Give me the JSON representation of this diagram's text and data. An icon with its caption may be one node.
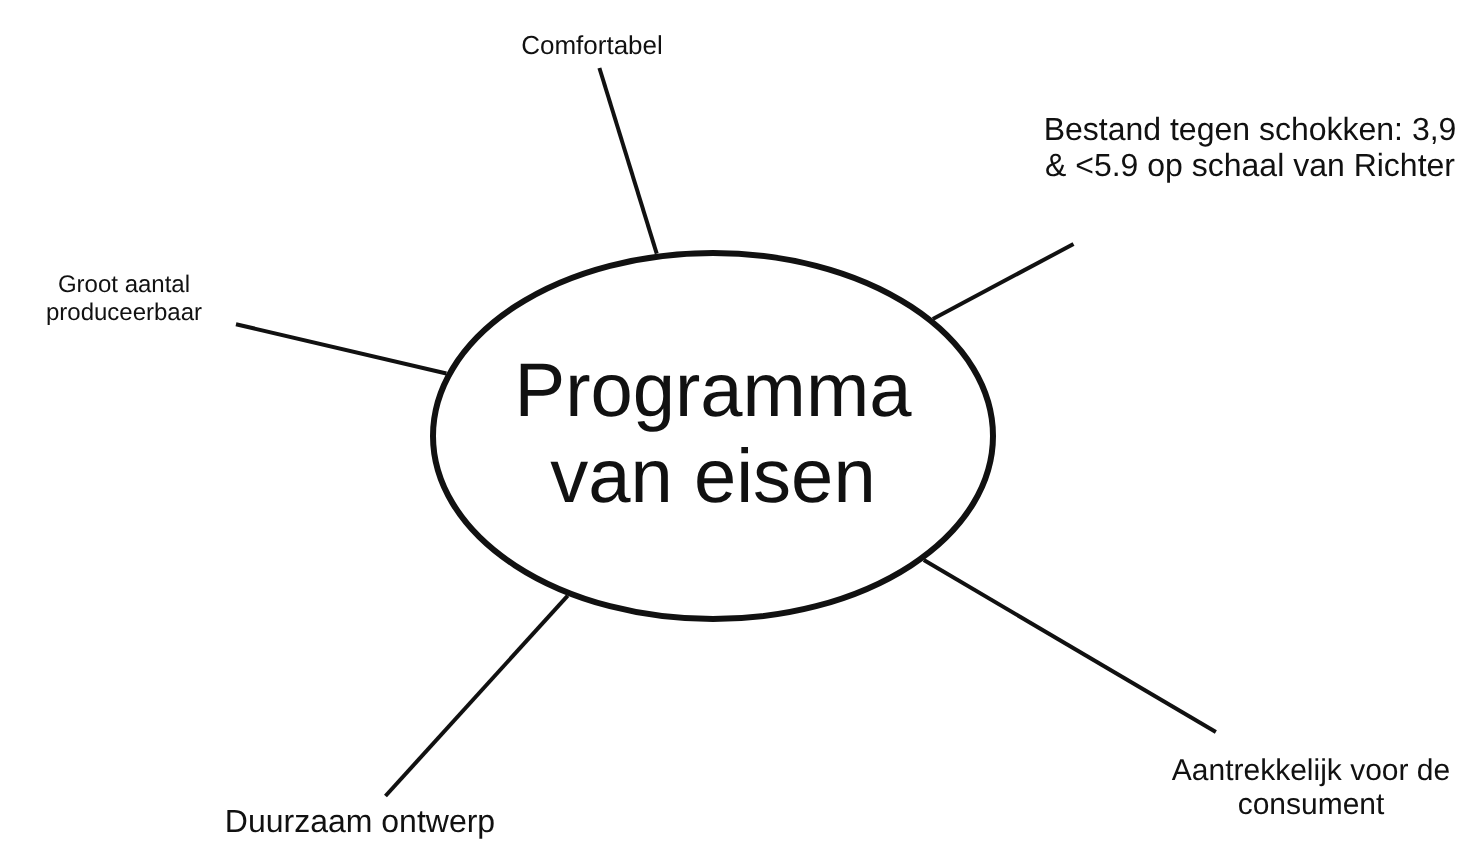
{
  "diagram": {
    "nodes": [
      {
        "text": [
          "Programma van eisen"
        ]
      },
      {
        "text": [
          "Comfortabel"
        ]
      },
      {
        "text": [
          "Bestand tegen schokken: 3,9 & <5.9 op schaal van Richter"
        ]
      },
      {
        "text": [
          "Groot aantal produceerbaar"
        ]
      },
      {
        "text": [
          "Aantrekkelijk voor de consument"
        ]
      },
      {
        "text": [
          "Duurzaam ontwerp"
        ]
      }
    ],
    "edges": [
      {
        "from": 0,
        "to": 1,
        "arrow": "none"
      },
      {
        "from": 0,
        "to": 2,
        "arrow": "none"
      },
      {
        "from": 0,
        "to": 3,
        "arrow": "none"
      },
      {
        "from": 0,
        "to": 4,
        "arrow": "none"
      },
      {
        "from": 0,
        "to": 5,
        "arrow": "none"
      }
    ]
  }
}
